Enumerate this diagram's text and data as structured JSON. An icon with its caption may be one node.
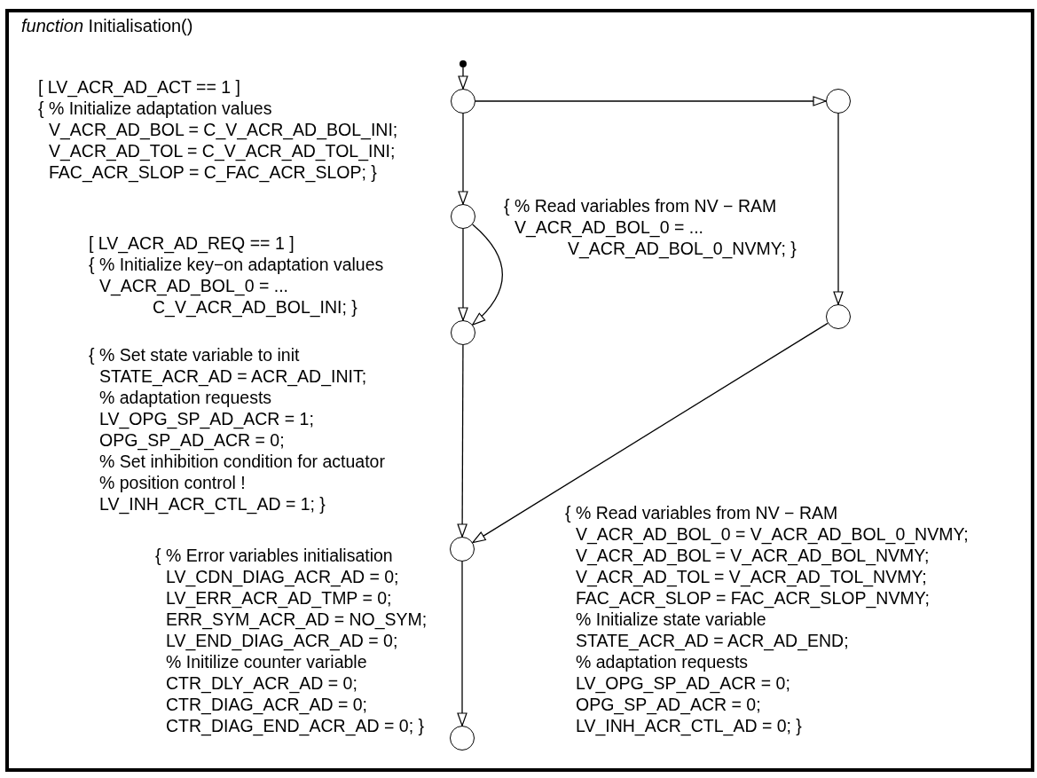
{
  "diagram": {
    "title": "*function* Initialisation()",
    "nodes": [
      {
        "text": [],
        "shape": "dot"
      },
      {
        "text": [],
        "shape": "circle"
      },
      {
        "text": [],
        "shape": "circle"
      },
      {
        "text": [],
        "shape": "circle"
      },
      {
        "text": [],
        "shape": "circle"
      },
      {
        "text": [],
        "shape": "circle"
      },
      {
        "text": [],
        "shape": "circle"
      },
      {
        "text": [],
        "shape": "circle"
      }
    ],
    "edges": [
      {
        "from": 0,
        "to": 1,
        "arrow": "to"
      },
      {
        "from": 1,
        "to": 2,
        "arrow": "to"
      },
      {
        "from": 1,
        "to": 3,
        "arrow": "to",
        "label": "[ LV_ACR_AD_ACT == 1 ] { % Initialize adaptation values V_ACR_AD_BOL = C_V_ACR_AD_BOL_INI; V_ACR_AD_TOL = C_V_ACR_AD_TOL_INI; FAC_ACR_SLOP = C_FAC_ACR_SLOP; }"
      },
      {
        "from": 3,
        "to": 5,
        "arrow": "to",
        "label": "[ LV_ACR_AD_REQ == 1 ] { % Initialize key−on adaptation values V_ACR_AD_BOL_0 = ... C_V_ACR_AD_BOL_INI; }"
      },
      {
        "from": 3,
        "to": 5,
        "arrow": "to",
        "label": "{ % Read variables from NV − RAM V_ACR_AD_BOL_0 = ... V_ACR_AD_BOL_0_NVMY; }"
      },
      {
        "from": 2,
        "to": 4,
        "arrow": "to"
      },
      {
        "from": 5,
        "to": 6,
        "arrow": "to",
        "label": "{ % Set state variable to init STATE_ACR_AD = ACR_AD_INIT; % adaptation requests LV_OPG_SP_AD_ACR = 1; OPG_SP_AD_ACR = 0; % Set inhibition condition for actuator % position control ! LV_INH_ACR_CTL_AD = 1; }"
      },
      {
        "from": 4,
        "to": 6,
        "arrow": "to",
        "label": "{ % Read variables from NV − RAM V_ACR_AD_BOL_0 = V_ACR_AD_BOL_0_NVMY; V_ACR_AD_BOL = V_ACR_AD_BOL_NVMY; V_ACR_AD_TOL = V_ACR_AD_TOL_NVMY; FAC_ACR_SLOP = FAC_ACR_SLOP_NVMY; % Initialize state variable STATE_ACR_AD = ACR_AD_END; % adaptation requests LV_OPG_SP_AD_ACR = 0; OPG_SP_AD_ACR = 0; LV_INH_ACR_CTL_AD = 0; }"
      },
      {
        "from": 6,
        "to": 7,
        "arrow": "to",
        "label": "{ % Error variables initialisation LV_CDN_DIAG_ACR_AD = 0; LV_ERR_ACR_AD_TMP = 0; ERR_SYM_ACR_AD = NO_SYM; LV_END_DIAG_ACR_AD = 0; % Initilize counter variable CTR_DLY_ACR_AD = 0; CTR_DIAG_ACR_AD = 0; CTR_DIAG_END_ACR_AD = 0; }"
      }
    ]
  }
}
